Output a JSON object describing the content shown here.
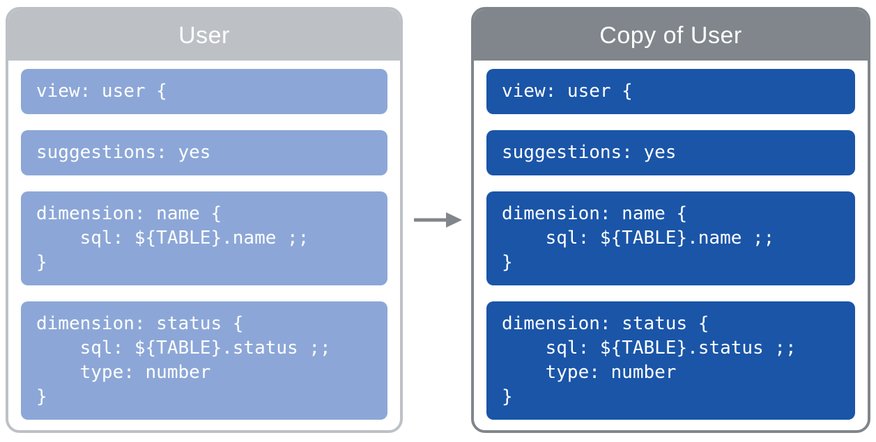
{
  "panels": [
    {
      "title": "User",
      "colors": {
        "frame": "#bdc1c6",
        "block": "#8ca7d7",
        "text": "#ffffff"
      },
      "blocks": [
        "view: user {",
        "suggestions: yes",
        "dimension: name {\n    sql: ${TABLE}.name ;;\n}",
        "dimension: status {\n    sql: ${TABLE}.status ;;\n    type: number\n}"
      ]
    },
    {
      "title": "Copy of User",
      "colors": {
        "frame": "#80868b",
        "block": "#1a55a8",
        "text": "#ffffff"
      },
      "blocks": [
        "view: user {",
        "suggestions: yes",
        "dimension: name {\n    sql: ${TABLE}.name ;;\n}",
        "dimension: status {\n    sql: ${TABLE}.status ;;\n    type: number\n}"
      ]
    }
  ],
  "arrow": {
    "direction": "right",
    "color": "#80868b"
  }
}
